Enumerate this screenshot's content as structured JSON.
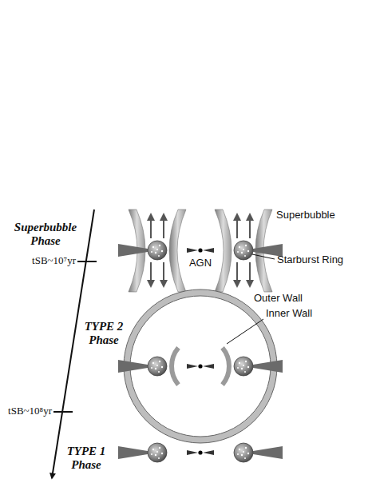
{
  "diagram": {
    "labels": [
      "Superbubble",
      "Superbubble Phase",
      "Starburst Ring",
      "AGN",
      "tSB~10⁷yr",
      "Outer Wall",
      "Inner Wall",
      "TYPE 2 Phase",
      "tSB~10⁸yr",
      "TYPE 1 Phase"
    ]
  }
}
